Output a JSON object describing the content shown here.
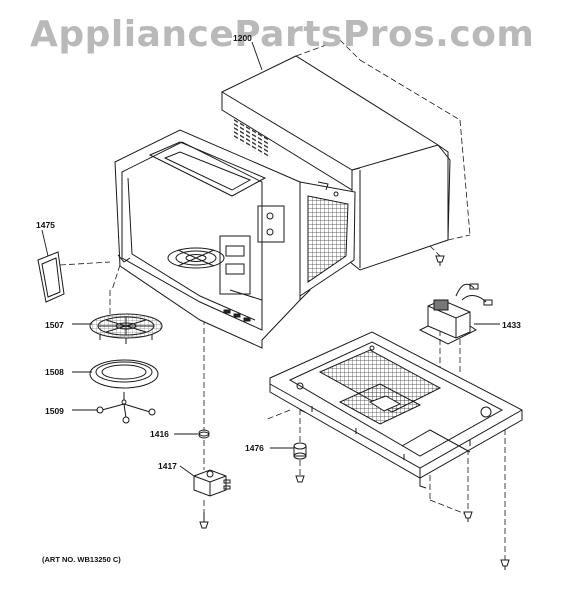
{
  "watermark": "AppliancePartsPros.com",
  "art_number": "(ART NO. WB13250 C)",
  "callouts": {
    "c1200": "1200",
    "c1475": "1475",
    "c1507": "1507",
    "c1508": "1508",
    "c1509": "1509",
    "c1416": "1416",
    "c1417": "1417",
    "c1476": "1476",
    "c1433": "1433"
  },
  "colors": {
    "line": "#1a1a1a",
    "watermark": "#b9b9b9",
    "background": "#ffffff"
  }
}
